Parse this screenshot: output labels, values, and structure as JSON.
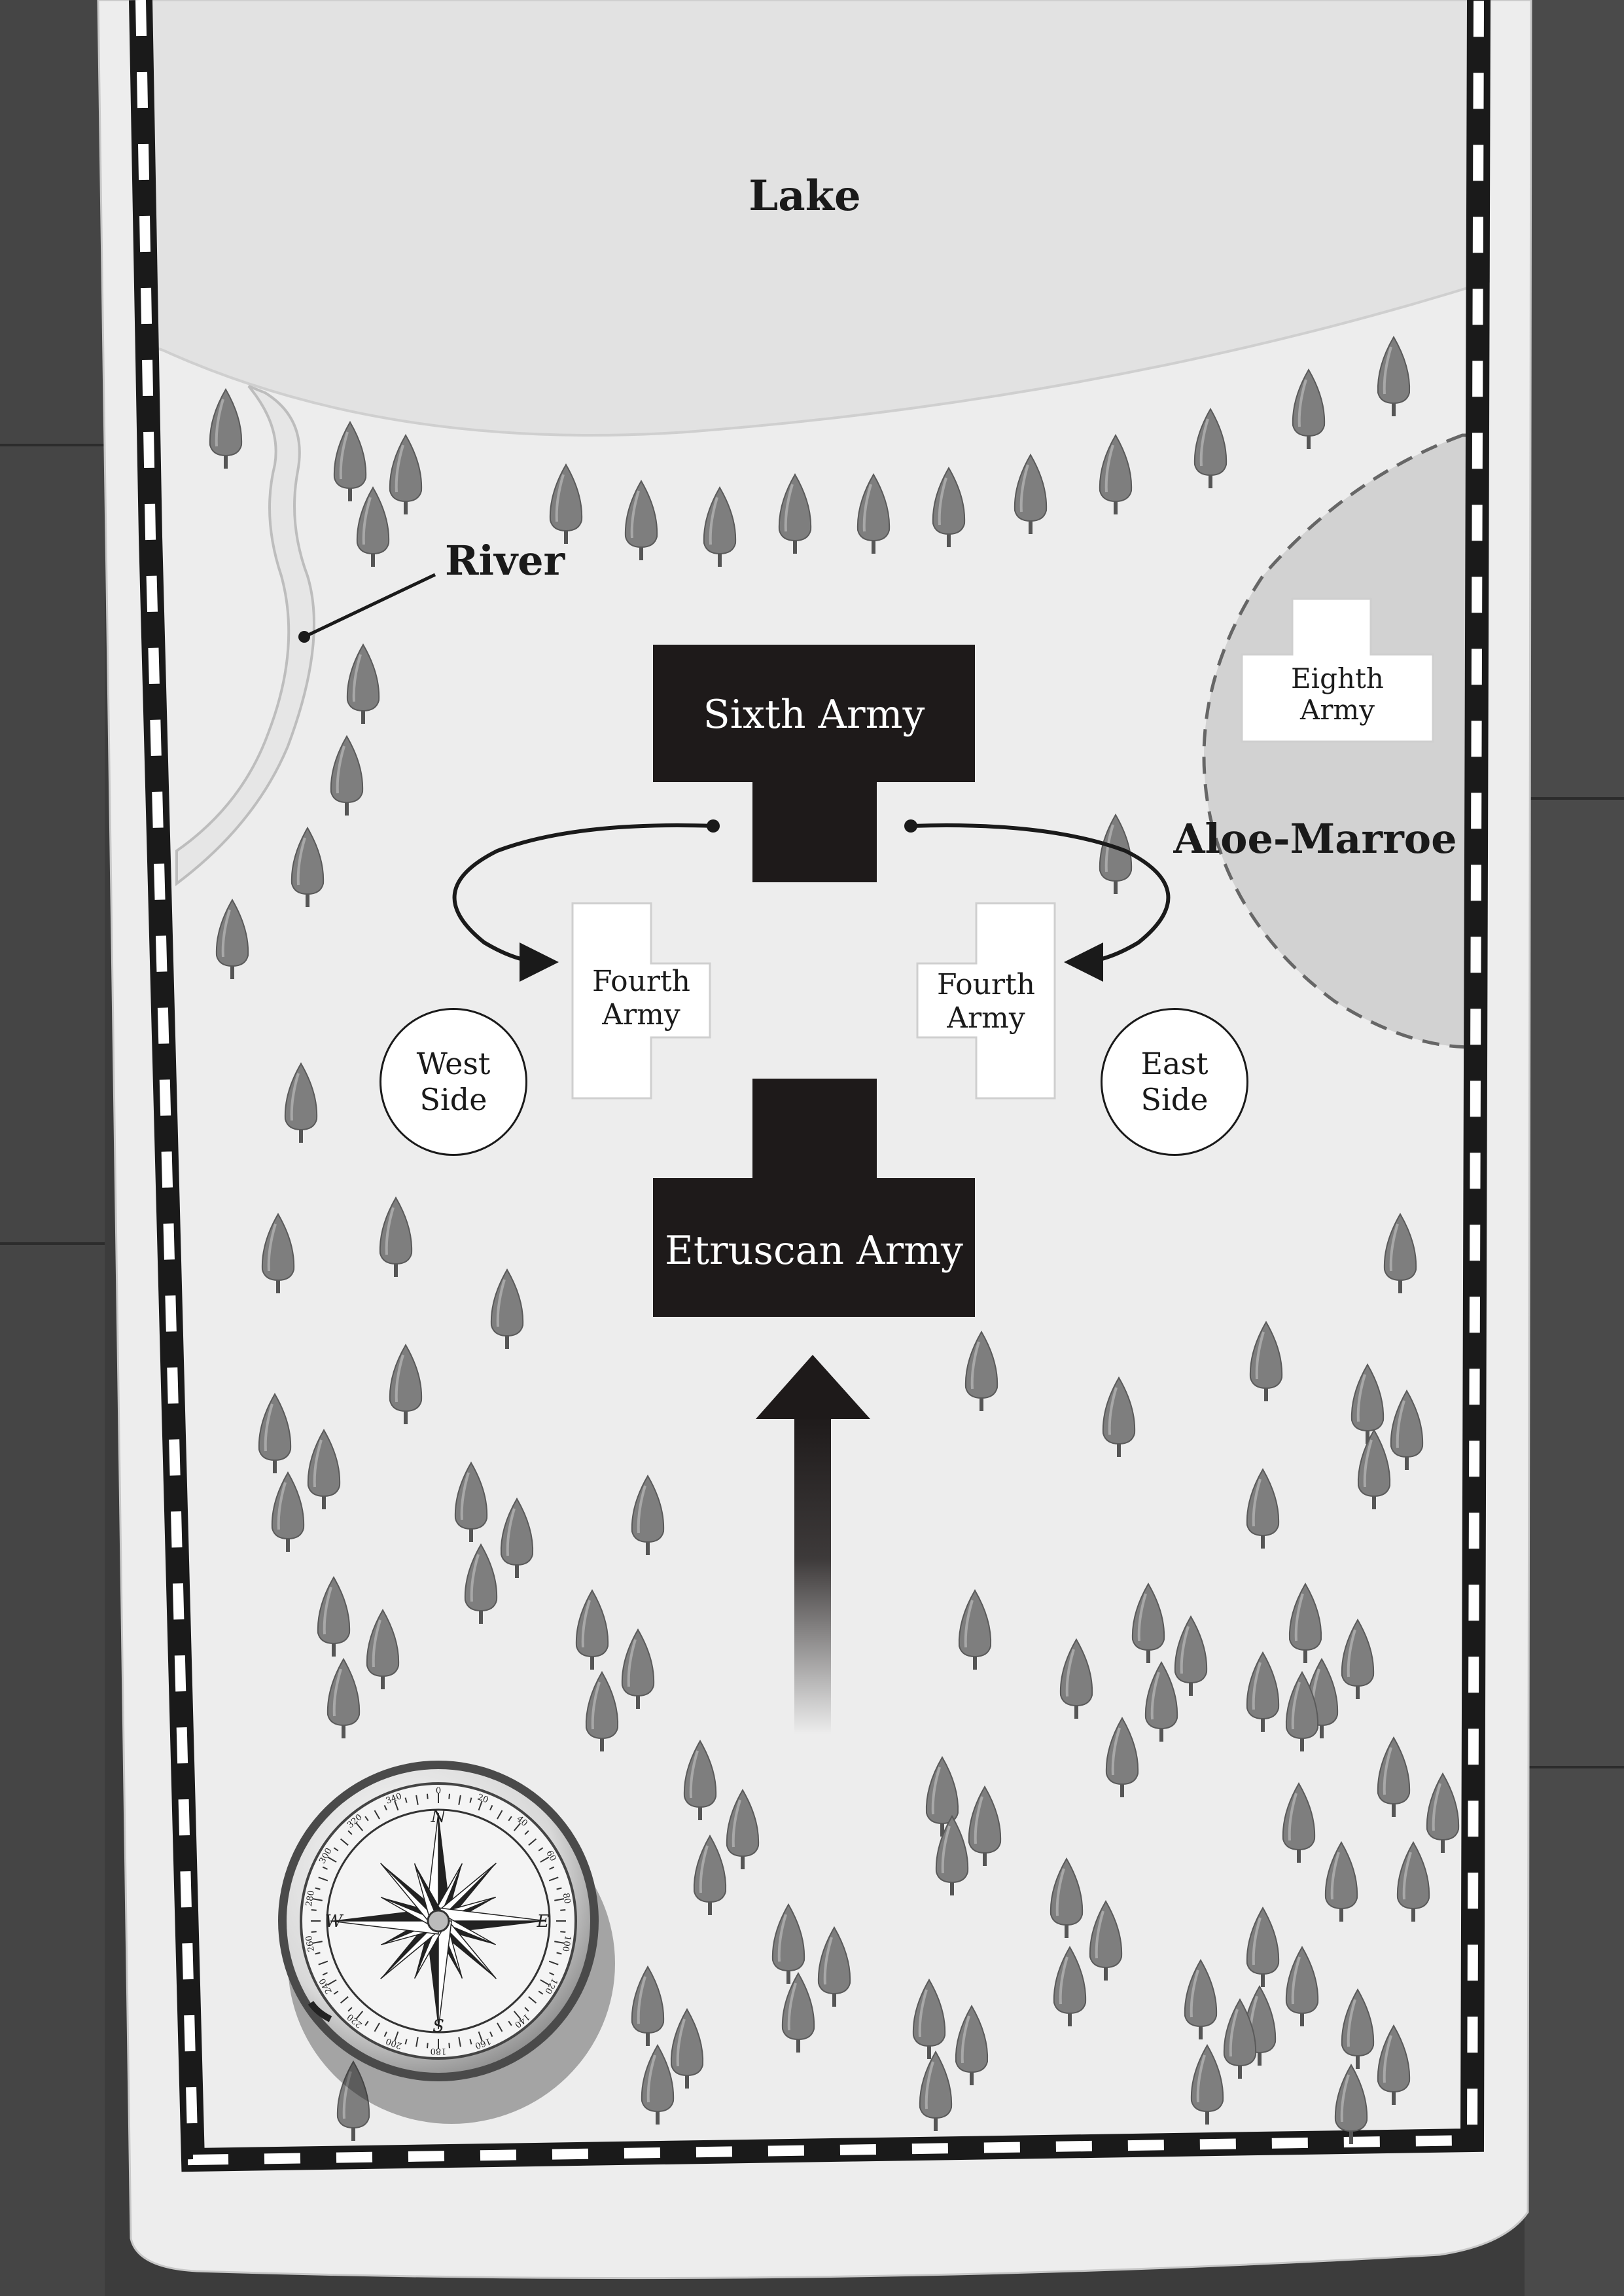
{
  "map": {
    "labels": {
      "lake": "Lake",
      "river": "River",
      "aloe_marroe": "Aloe-Marroe"
    },
    "units": {
      "sixth_army": "Sixth Army",
      "etruscan_army": "Etruscan Army",
      "fourth_army_west": [
        "Fourth",
        "Army"
      ],
      "fourth_army_east": [
        "Fourth",
        "Army"
      ],
      "eighth_army": [
        "Eighth",
        "Army"
      ]
    },
    "sides": {
      "west": [
        "West",
        "Side"
      ],
      "east": [
        "East",
        "Side"
      ]
    },
    "compass": {
      "cardinals": {
        "n": "N",
        "e": "E",
        "s": "S",
        "w": "W"
      },
      "bezel_numbers": [
        "0",
        "20",
        "40",
        "60",
        "80",
        "100",
        "120",
        "140",
        "160",
        "180",
        "200",
        "220",
        "240",
        "260",
        "280",
        "300",
        "320",
        "340"
      ]
    },
    "colors": {
      "background": "#3a3a3a",
      "paper": "#ededed",
      "lake": "#e4e4e4",
      "region": "#d2d2d2",
      "enemy_unit": "#1e1a1a",
      "ally_unit": "#ffffff",
      "tree": "#7a7a7a"
    }
  }
}
